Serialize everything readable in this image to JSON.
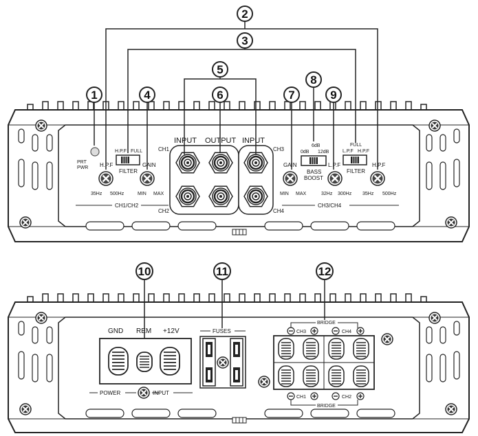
{
  "colors": {
    "outline": "#222222",
    "panel": "#ffffff",
    "accent": "#111111"
  },
  "callouts": [
    "1",
    "2",
    "3",
    "4",
    "5",
    "6",
    "7",
    "8",
    "9",
    "10",
    "11",
    "12"
  ],
  "top_panel": {
    "prt": "PRT",
    "pwr": "PWR",
    "hpf_left": "H.P.F",
    "hpf_left_min": "35Hz",
    "hpf_left_max": "500Hz",
    "filter_left_hpf": "H.P.F",
    "filter_left_full": "FULL",
    "filter_left": "FILTER",
    "gain_left": "GAIN",
    "gain_left_min": "MIN",
    "gain_left_max": "MAX",
    "ch1_ch2": "CH1/CH2",
    "ch1": "CH1",
    "ch2": "CH2",
    "ch3": "CH3",
    "ch4": "CH4",
    "input_left": "INPUT",
    "output": "OUTPUT",
    "input_right": "INPUT",
    "gain_right": "GAIN",
    "gain_right_min": "MIN",
    "gain_right_max": "MAX",
    "bass_6db": "6dB",
    "bass_0db": "0dB",
    "bass_12db": "12dB",
    "bass": "BASS",
    "boost": "BOOST",
    "lpf": "L.P.F",
    "lpf_min": "32Hz",
    "lpf_max": "300Hz",
    "filter_right_full": "FULL",
    "filter_right_lpf": "L.P.F",
    "filter_right_hpf": "H.P.F",
    "filter_right": "FILTER",
    "hpf_right": "H.P.F",
    "hpf_right_min": "35Hz",
    "hpf_right_max": "500Hz",
    "ch3_ch4": "CH3/CH4"
  },
  "bottom_panel": {
    "gnd": "GND",
    "rem": "REM",
    "plus12v": "+12V",
    "power": "POWER",
    "input": "INPUT",
    "fuses": "FUSES",
    "bridge_top": "BRIDGE",
    "bridge_bottom": "BRIDGE",
    "ch3": "CH3",
    "ch4": "CH4",
    "ch1": "CH1",
    "ch2": "CH2"
  }
}
